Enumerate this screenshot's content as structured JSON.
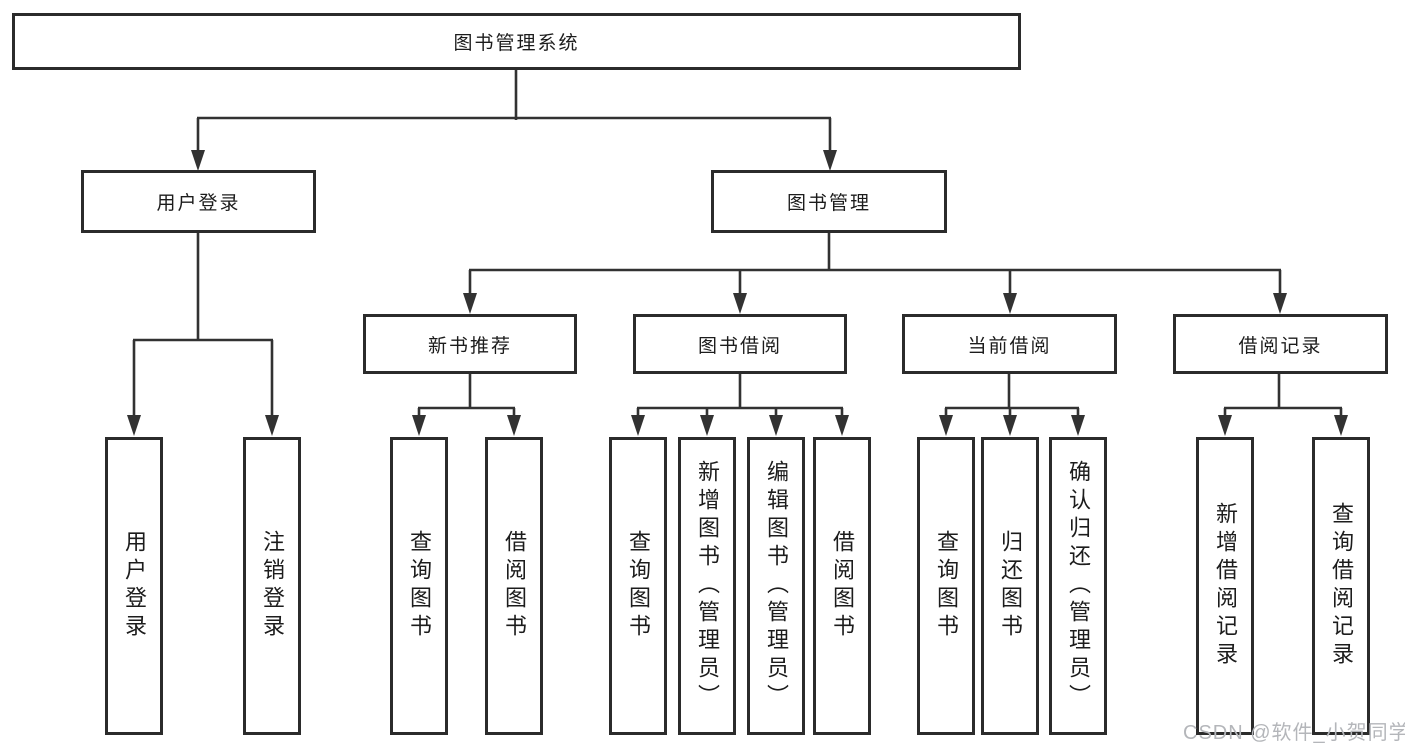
{
  "colors": {
    "line": "#323232",
    "box_border": "#2b2b2b",
    "box_bg": "#ffffff",
    "text": "#1c1c1c",
    "watermark": "#b4b6ba"
  },
  "tree": {
    "label": "图书管理系统",
    "children": [
      {
        "label": "用户登录",
        "children": [
          {
            "label": "用户登录"
          },
          {
            "label": "注销登录"
          }
        ]
      },
      {
        "label": "图书管理",
        "children": [
          {
            "label": "新书推荐",
            "children": [
              {
                "label": "查询图书"
              },
              {
                "label": "借阅图书"
              }
            ]
          },
          {
            "label": "图书借阅",
            "children": [
              {
                "label": "查询图书"
              },
              {
                "label": "新增图书（管理员）"
              },
              {
                "label": "编辑图书（管理员）"
              },
              {
                "label": "借阅图书"
              }
            ]
          },
          {
            "label": "当前借阅",
            "children": [
              {
                "label": "查询图书"
              },
              {
                "label": "归还图书"
              },
              {
                "label": "确认归还（管理员）"
              }
            ]
          },
          {
            "label": "借阅记录",
            "children": [
              {
                "label": "新增借阅记录"
              },
              {
                "label": "查询借阅记录"
              }
            ]
          }
        ]
      }
    ]
  },
  "watermark": "CSDN @软件_小贺同学"
}
